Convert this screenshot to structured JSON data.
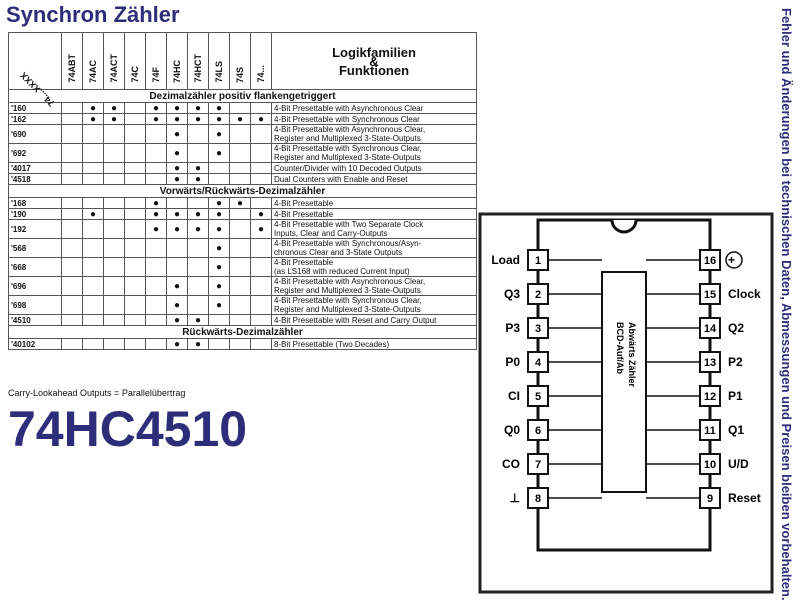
{
  "title": "Synchron Zähler",
  "side_note": "Fehler und Änderungen bei technischen Daten, Abmessungen und Preisen bleiben vorbehalten.",
  "table": {
    "corner_label": "74....XXXX",
    "header_title": [
      "Logikfamilien",
      "&",
      "Funktionen"
    ],
    "families": [
      "74ABT",
      "74AC",
      "74ACT",
      "74C",
      "74F",
      "74HC",
      "74HCT",
      "74LS",
      "74S",
      "74..."
    ],
    "sections": [
      {
        "title": "Dezimalzähler positiv flankengetriggert",
        "rows": [
          {
            "num": "'160",
            "dots": [
              0,
              1,
              1,
              0,
              1,
              1,
              1,
              1,
              0,
              0
            ],
            "desc": [
              "4-Bit Presettable with Asynchronous Clear"
            ]
          },
          {
            "num": "'162",
            "dots": [
              0,
              1,
              1,
              0,
              1,
              1,
              1,
              1,
              1,
              1
            ],
            "desc": [
              "4-Bit Presettable with Synchronous Clear"
            ]
          },
          {
            "num": "'690",
            "dots": [
              0,
              0,
              0,
              0,
              0,
              1,
              0,
              1,
              0,
              0
            ],
            "desc": [
              "4-Bit Presettable with Asynchronous Clear,",
              "Register and Multiplexed 3-State-Outputs"
            ]
          },
          {
            "num": "'692",
            "dots": [
              0,
              0,
              0,
              0,
              0,
              1,
              0,
              1,
              0,
              0
            ],
            "desc": [
              "4-Bit Presettable with Synchronous Clear,",
              "Register and Multiplexed 3-State-Outputs"
            ]
          },
          {
            "num": "'4017",
            "dots": [
              0,
              0,
              0,
              0,
              0,
              1,
              1,
              0,
              0,
              0
            ],
            "desc": [
              "Counter/Divider with 10 Decoded Outputs"
            ]
          },
          {
            "num": "'4518",
            "dots": [
              0,
              0,
              0,
              0,
              0,
              1,
              1,
              0,
              0,
              0
            ],
            "desc": [
              "Dual Counters with Enable and Reset"
            ]
          }
        ]
      },
      {
        "title": "Vorwärts/Rückwärts-Dezimalzähler",
        "rows": [
          {
            "num": "'168",
            "dots": [
              0,
              0,
              0,
              0,
              1,
              0,
              0,
              1,
              1,
              0
            ],
            "desc": [
              "4-Bit Presettable"
            ]
          },
          {
            "num": "'190",
            "dots": [
              0,
              1,
              0,
              0,
              1,
              1,
              1,
              1,
              0,
              1
            ],
            "desc": [
              "4-Bit Presettable"
            ]
          },
          {
            "num": "'192",
            "dots": [
              0,
              0,
              0,
              0,
              1,
              1,
              1,
              1,
              0,
              1
            ],
            "desc": [
              "4-Bit Presettable with Two Separate Clock",
              "Inputs, Clear and Carry-Outputs"
            ]
          },
          {
            "num": "'568",
            "dots": [
              0,
              0,
              0,
              0,
              0,
              0,
              0,
              1,
              0,
              0
            ],
            "desc": [
              "4-Bit Presettable with Synchronous/Asyn-",
              "chronous Clear and 3-State Outputs"
            ]
          },
          {
            "num": "'668",
            "dots": [
              0,
              0,
              0,
              0,
              0,
              0,
              0,
              1,
              0,
              0
            ],
            "desc": [
              "4-Bit Presettable",
              "(as LS168 with reduced Current Input)"
            ]
          },
          {
            "num": "'696",
            "dots": [
              0,
              0,
              0,
              0,
              0,
              1,
              0,
              1,
              0,
              0
            ],
            "desc": [
              "4-Bit Presettable with Asynchronous Clear,",
              "Register and Multiplexed 3-State-Outputs"
            ]
          },
          {
            "num": "'698",
            "dots": [
              0,
              0,
              0,
              0,
              0,
              1,
              0,
              1,
              0,
              0
            ],
            "desc": [
              "4-Bit Presettable with Synchronous Clear,",
              "Register and Multiplexed 3-State-Outputs"
            ]
          },
          {
            "num": "'4510",
            "dots": [
              0,
              0,
              0,
              0,
              0,
              1,
              1,
              0,
              0,
              0
            ],
            "desc": [
              "4-Bit Presettable with Reset and Carry Output"
            ]
          }
        ]
      },
      {
        "title": "Rückwärts-Dezimalzähler",
        "rows": [
          {
            "num": "'40102",
            "dots": [
              0,
              0,
              0,
              0,
              0,
              1,
              1,
              0,
              0,
              0
            ],
            "desc": [
              "8-Bit Presettable (Two Decades)"
            ]
          }
        ]
      }
    ],
    "footnote": "Carry-Lookahead Outputs = Parallelübertrag"
  },
  "part_number": "74HC4510",
  "diagram": {
    "chip_label": [
      "BCD-Auf/Ab",
      "Abwärts Zähler"
    ],
    "pins_left": [
      {
        "n": "1",
        "label": "Load"
      },
      {
        "n": "2",
        "label": "Q3"
      },
      {
        "n": "3",
        "label": "P3"
      },
      {
        "n": "4",
        "label": "P0"
      },
      {
        "n": "5",
        "label": "CI"
      },
      {
        "n": "6",
        "label": "Q0"
      },
      {
        "n": "7",
        "label": "CO"
      },
      {
        "n": "8",
        "label": "⊥"
      }
    ],
    "pins_right": [
      {
        "n": "16",
        "label": "+"
      },
      {
        "n": "15",
        "label": "Clock"
      },
      {
        "n": "14",
        "label": "Q2"
      },
      {
        "n": "13",
        "label": "P2"
      },
      {
        "n": "12",
        "label": "P1"
      },
      {
        "n": "11",
        "label": "Q1"
      },
      {
        "n": "10",
        "label": "U/D"
      },
      {
        "n": "9",
        "label": "Reset"
      }
    ]
  }
}
